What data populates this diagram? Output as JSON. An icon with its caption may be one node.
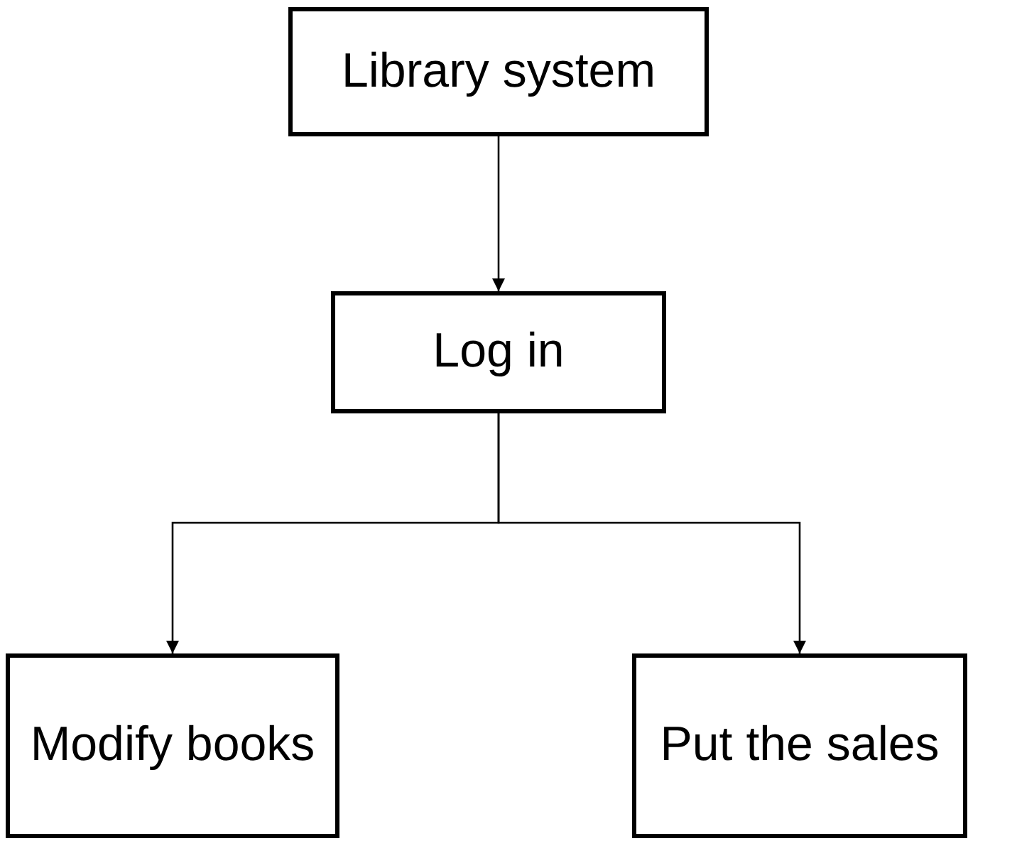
{
  "diagram": {
    "nodes": [
      {
        "text": [
          "Library system"
        ]
      },
      {
        "text": [
          "Log in"
        ]
      },
      {
        "text": [
          "Modify books"
        ]
      },
      {
        "text": [
          "Put the sales"
        ]
      }
    ],
    "edges": [
      {
        "from": 0,
        "to": 1,
        "arrow": "to"
      },
      {
        "from": 1,
        "to": 2,
        "arrow": "to"
      },
      {
        "from": 1,
        "to": 3,
        "arrow": "to"
      }
    ]
  }
}
